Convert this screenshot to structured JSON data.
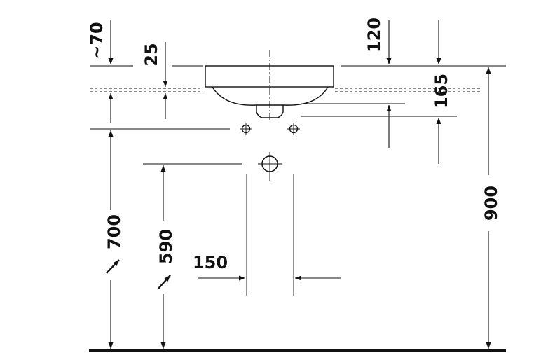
{
  "dimensions": {
    "approx_70": "~70",
    "d25": "25",
    "d120": "120",
    "d165": "165",
    "d700": "700",
    "d590": "590",
    "d150": "150",
    "d900": "900"
  },
  "colors": {
    "line": "#111111",
    "background": "#ffffff"
  }
}
